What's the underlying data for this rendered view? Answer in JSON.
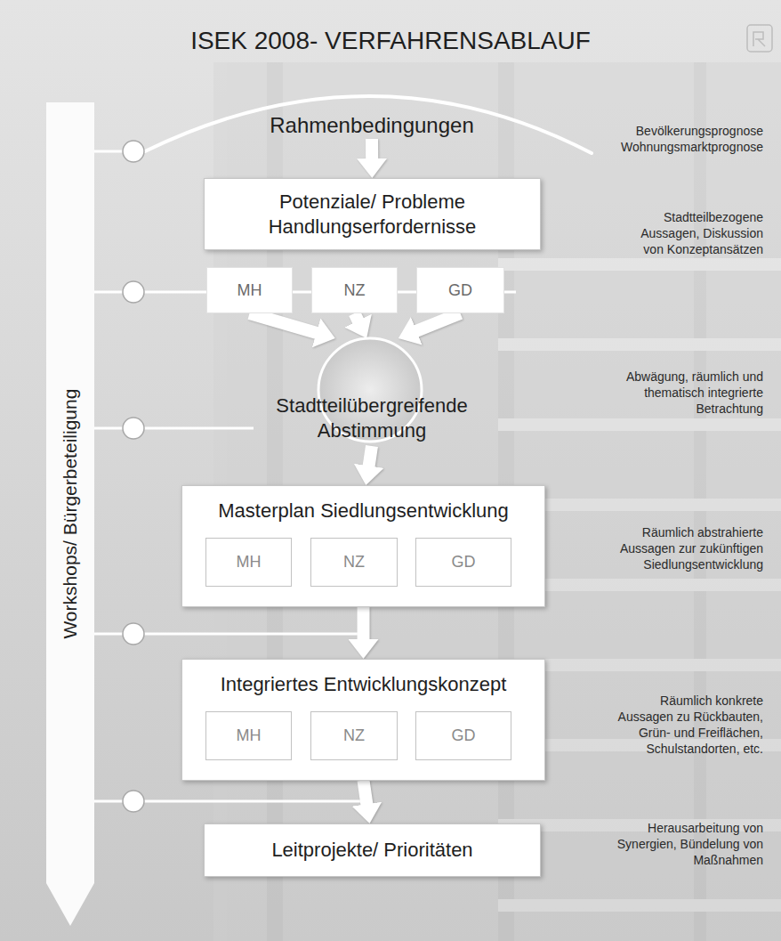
{
  "diagram": {
    "title": "ISEK 2008- VERFAHRENSABLAUF",
    "nodes": [
      {
        "text": [
          "Workshops/ Bürgerbeteiligung"
        ]
      },
      {
        "text": [
          "Rahmenbedingungen"
        ]
      },
      {
        "text": [
          "Potenziale/ Probleme Handlungserfordernisse"
        ]
      },
      {
        "text": [
          "MH"
        ]
      },
      {
        "text": [
          "NZ"
        ]
      },
      {
        "text": [
          "GD"
        ]
      },
      {
        "text": [
          "Stadtteilübergreifende Abstimmung"
        ]
      },
      {
        "text": [
          "Masterplan Siedlungsentwicklung"
        ]
      },
      {
        "text": [
          "MH"
        ],
        "in": 7
      },
      {
        "text": [
          "NZ"
        ],
        "in": 7
      },
      {
        "text": [
          "GD"
        ],
        "in": 7
      },
      {
        "text": [
          "Integriertes Entwicklungskonzept"
        ]
      },
      {
        "text": [
          "MH"
        ],
        "in": 11
      },
      {
        "text": [
          "NZ"
        ],
        "in": 11
      },
      {
        "text": [
          "GD"
        ],
        "in": 11
      },
      {
        "text": [
          "Leitprojekte/ Prioritäten"
        ]
      }
    ],
    "edges": [
      {
        "from": 1,
        "to": 2,
        "arrow": "to"
      },
      {
        "from": 3,
        "to": 6,
        "arrow": "to"
      },
      {
        "from": 4,
        "to": 6,
        "arrow": "to"
      },
      {
        "from": 5,
        "to": 6,
        "arrow": "to"
      },
      {
        "from": 6,
        "to": 7,
        "arrow": "to"
      },
      {
        "from": 7,
        "to": 11,
        "arrow": "to"
      },
      {
        "from": 11,
        "to": 15,
        "arrow": "to"
      }
    ],
    "labels": [
      "Bevölkerungsprognose Wohnungsmarktprognose",
      "Stadtteilbezogene Aussagen, Diskussion von Konzeptansätzen",
      "Abwägung, räumlich und thematisch integrierte Betrachtung",
      "Räumlich abstrahierte Aussagen zur zukünftigen Siedlungsentwicklung",
      "Räumlich konkrete Aussagen zu Rückbauten, Grün- und Freiflächen, Schulstandorten, etc.",
      "Herausarbeitung von Synergien, Bündelung von Maßnahmen"
    ]
  }
}
